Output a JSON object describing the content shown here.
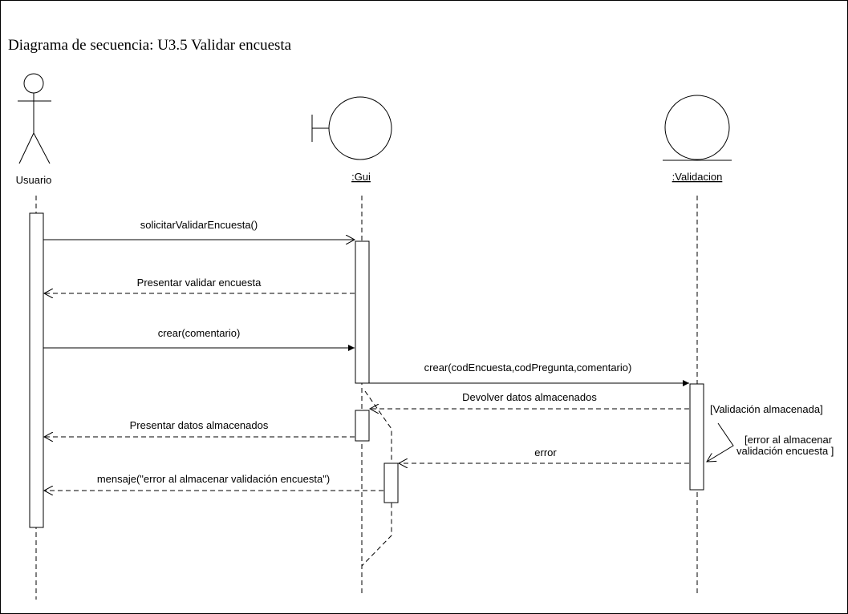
{
  "title": "Diagrama de secuencia: U3.5 Validar encuesta",
  "participants": {
    "actor": "Usuario",
    "boundary": ":Gui",
    "entity": ":Validacion"
  },
  "messages": {
    "m1": "solicitarValidarEncuesta()",
    "m2": "Presentar validar encuesta",
    "m3": "crear(comentario)",
    "m4": "crear(codEncuesta,codPregunta,comentario)",
    "m5": "Devolver datos almacenados",
    "m6": "Presentar datos almacenados",
    "m7": "error",
    "m8": "mensaje(\"error al almacenar validación encuesta\")"
  },
  "guards": {
    "g1": "[Validación almacenada]",
    "g2_line1": "[error al almacenar",
    "g2_line2": "validación encuesta ]"
  }
}
